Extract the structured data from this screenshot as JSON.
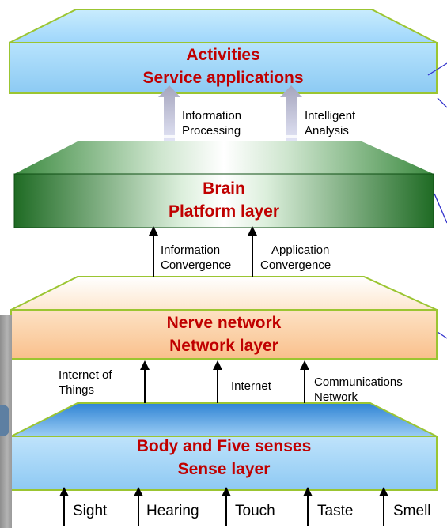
{
  "colors": {
    "activity_top": "#a6dcfb",
    "activity_front": "#9fd4f7",
    "brain_green": "#2d7a33",
    "nerve_front": "#fac89a",
    "sense_top": "#3d8fda",
    "edge_green": "#9bc531",
    "title_red": "#c00000",
    "stroke_blue": "#3333cc"
  },
  "layers": {
    "activities": {
      "line1": "Activities",
      "line2": "Service applications"
    },
    "brain": {
      "line1": "Brain",
      "line2": "Platform layer"
    },
    "nerve": {
      "line1": "Nerve network",
      "line2": "Network layer"
    },
    "sense": {
      "line1": "Body and Five senses",
      "line2": "Sense layer"
    }
  },
  "flows": {
    "info_processing": {
      "line1": "Information",
      "line2": "Processing"
    },
    "intelligent_analysis": {
      "line1": "Intelligent",
      "line2": "Analysis"
    },
    "info_convergence": {
      "line1": "Information",
      "line2": "Convergence"
    },
    "app_convergence": {
      "line1": "Application",
      "line2": "Convergence"
    },
    "iot": {
      "line1": "Internet of",
      "line2": "Things"
    },
    "internet": "Internet",
    "comm_network": {
      "line1": "Communications",
      "line2": "Network"
    },
    "senses": [
      "Sight",
      "Hearing",
      "Touch",
      "Taste",
      "Smell"
    ]
  }
}
